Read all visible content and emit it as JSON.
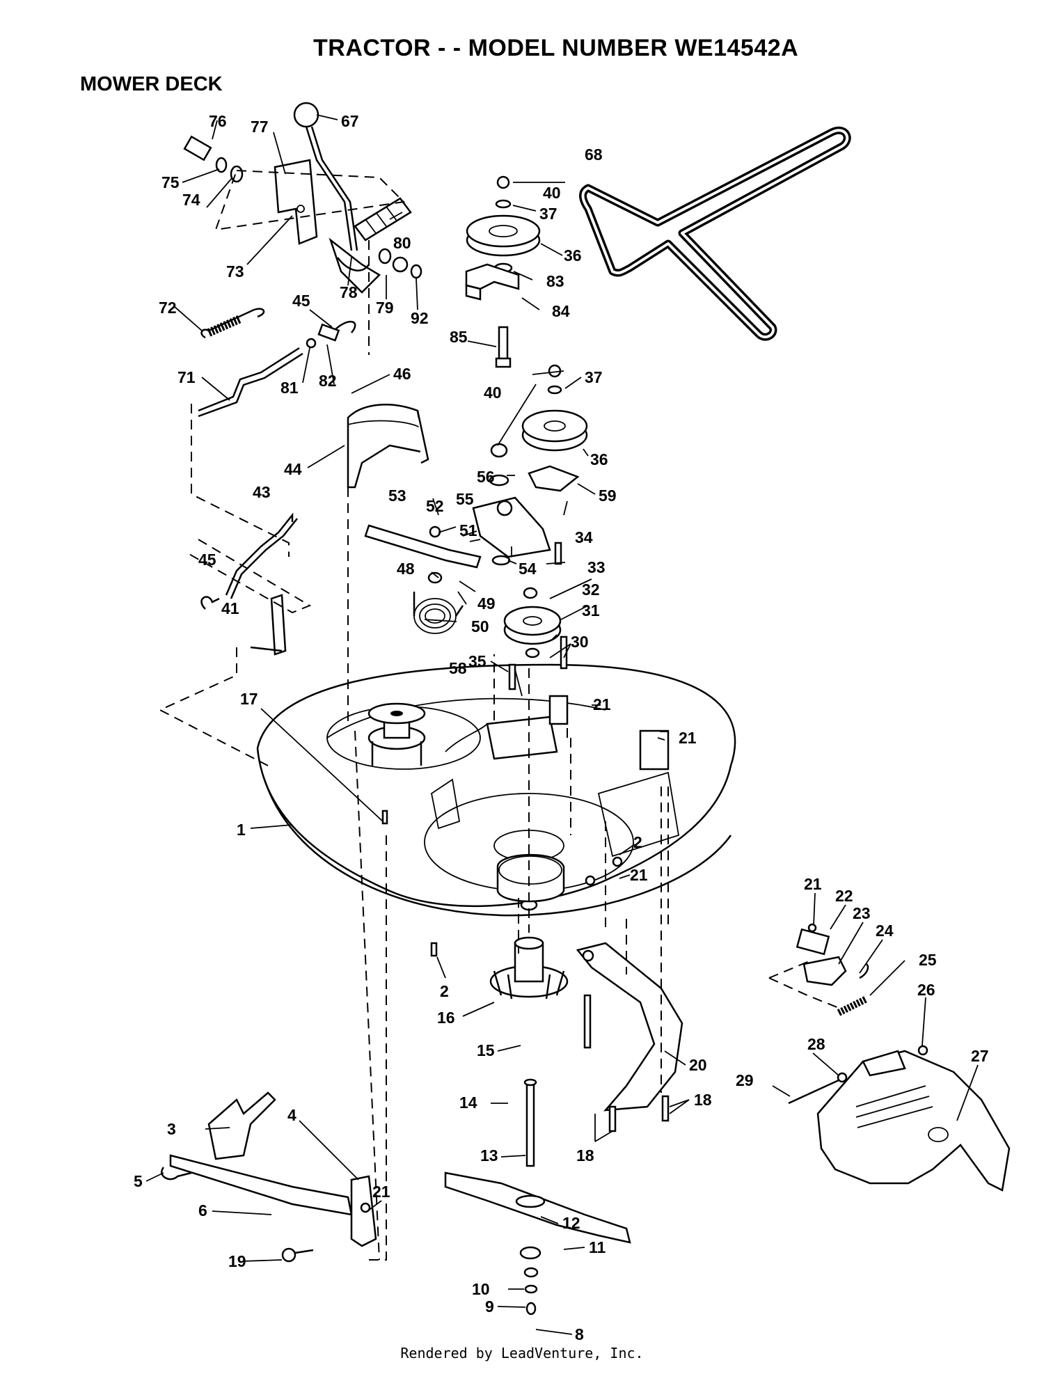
{
  "header": {
    "title": "TRACTOR - - MODEL NUMBER WE14542A",
    "section": "MOWER DECK"
  },
  "footer": {
    "text": "Rendered by LeadVenture, Inc."
  },
  "callouts": [
    "1",
    "2",
    "2",
    "3",
    "4",
    "5",
    "6",
    "8",
    "9",
    "10",
    "11",
    "12",
    "13",
    "14",
    "15",
    "16",
    "17",
    "18",
    "18",
    "19",
    "20",
    "21",
    "21",
    "21",
    "21",
    "21",
    "22",
    "23",
    "24",
    "25",
    "26",
    "27",
    "28",
    "29",
    "30",
    "31",
    "32",
    "33",
    "34",
    "35",
    "36",
    "36",
    "37",
    "37",
    "40",
    "40",
    "41",
    "43",
    "44",
    "45",
    "45",
    "46",
    "48",
    "49",
    "50",
    "51",
    "52",
    "53",
    "54",
    "55",
    "56",
    "58",
    "59",
    "67",
    "68",
    "71",
    "72",
    "73",
    "74",
    "75",
    "76",
    "77",
    "78",
    "79",
    "80",
    "81",
    "82",
    "83",
    "84",
    "85",
    "92"
  ]
}
